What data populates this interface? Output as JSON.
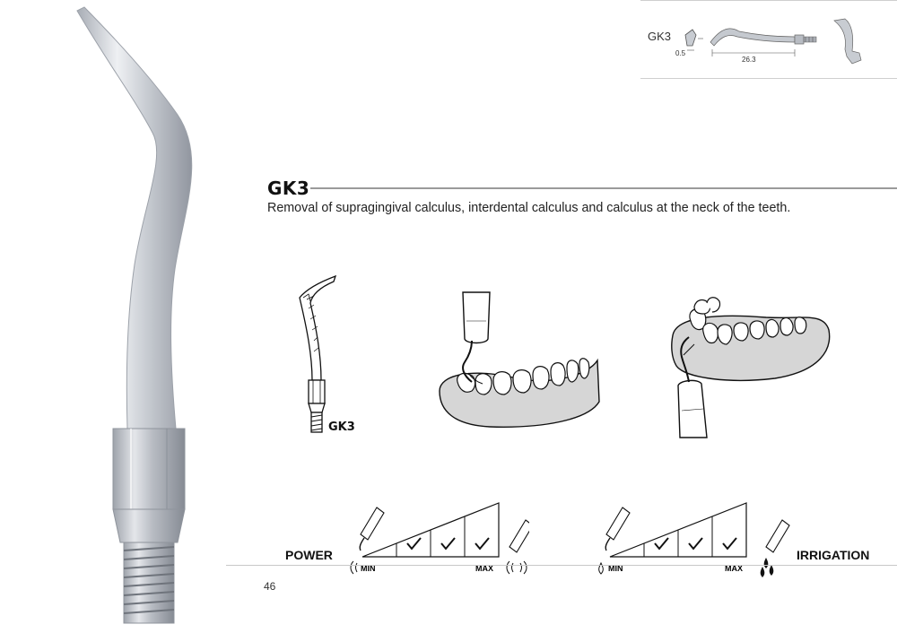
{
  "product": {
    "model": "GK3",
    "description": "Removal of supragingival calculus, interdental calculus and calculus at the neck of the teeth.",
    "tip_label": "GK3"
  },
  "spec_box": {
    "model": "GK3",
    "dim_tip": "0.5",
    "dim_length": "26.3"
  },
  "power_scale": {
    "label": "POWER",
    "min": "MIN",
    "max": "MAX",
    "checked_steps": 3,
    "total_steps": 4
  },
  "irrigation_scale": {
    "label": "IRRIGATION",
    "min": "MIN",
    "max": "MAX",
    "checked_steps": 3,
    "total_steps": 4
  },
  "page_number": "46",
  "colors": {
    "metal_light": "#e8eaee",
    "metal_mid": "#b9bdc4",
    "metal_dark": "#8d9199",
    "gum": "#d6d6d6",
    "line": "#111111"
  }
}
